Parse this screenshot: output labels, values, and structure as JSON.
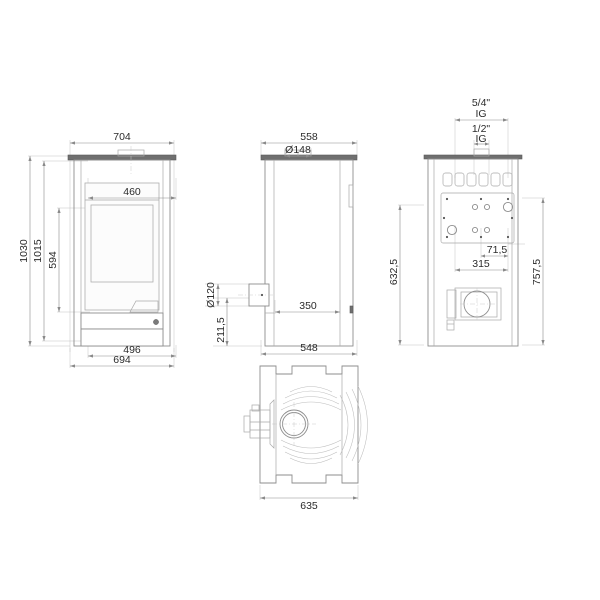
{
  "drawing": {
    "title": "Stove technical dimension drawing",
    "units": "mm",
    "background_color": "#ffffff",
    "line_color": "#8d8d8d",
    "text_color": "#2b2b2b"
  },
  "views": {
    "front": {
      "name": "front-elevation",
      "dimensions": {
        "top_width": "704",
        "body_width": "694",
        "base_width": "496",
        "door_width": "460",
        "total_height": "1030",
        "body_height": "1015",
        "glass_height": "594"
      }
    },
    "side": {
      "name": "side-elevation",
      "dimensions": {
        "top_depth": "558",
        "body_depth": "548",
        "inner_depth": "350",
        "flue_diameter": "Ø148",
        "rear_outlet_diameter": "Ø120",
        "rear_outlet_height": "211,5"
      }
    },
    "rear": {
      "name": "rear-elevation",
      "dimensions": {
        "connection_large": "5/4\"",
        "connection_large_type": "IG",
        "connection_small": "1/2\"",
        "connection_small_type": "IG",
        "plate_width": "315",
        "plate_offset": "71,5",
        "height_lower": "632,5",
        "height_upper": "757,5"
      }
    },
    "plan": {
      "name": "plan-top-view",
      "dimensions": {
        "width": "635"
      }
    }
  },
  "labels": [
    {
      "id": "d-704",
      "text": "704"
    },
    {
      "id": "d-694",
      "text": "694"
    },
    {
      "id": "d-496",
      "text": "496"
    },
    {
      "id": "d-460",
      "text": "460"
    },
    {
      "id": "d-1030",
      "text": "1030"
    },
    {
      "id": "d-1015",
      "text": "1015"
    },
    {
      "id": "d-594",
      "text": "594"
    },
    {
      "id": "d-558",
      "text": "558"
    },
    {
      "id": "d-548",
      "text": "548"
    },
    {
      "id": "d-350",
      "text": "350"
    },
    {
      "id": "d-148",
      "text": "Ø148"
    },
    {
      "id": "d-120",
      "text": "Ø120"
    },
    {
      "id": "d-2115",
      "text": "211,5"
    },
    {
      "id": "d-54",
      "text": "5/4\""
    },
    {
      "id": "d-ig1",
      "text": "IG"
    },
    {
      "id": "d-12",
      "text": "1/2\""
    },
    {
      "id": "d-ig2",
      "text": "IG"
    },
    {
      "id": "d-315",
      "text": "315"
    },
    {
      "id": "d-715",
      "text": "71,5"
    },
    {
      "id": "d-6325",
      "text": "632,5"
    },
    {
      "id": "d-7575",
      "text": "757,5"
    },
    {
      "id": "d-635",
      "text": "635"
    }
  ]
}
